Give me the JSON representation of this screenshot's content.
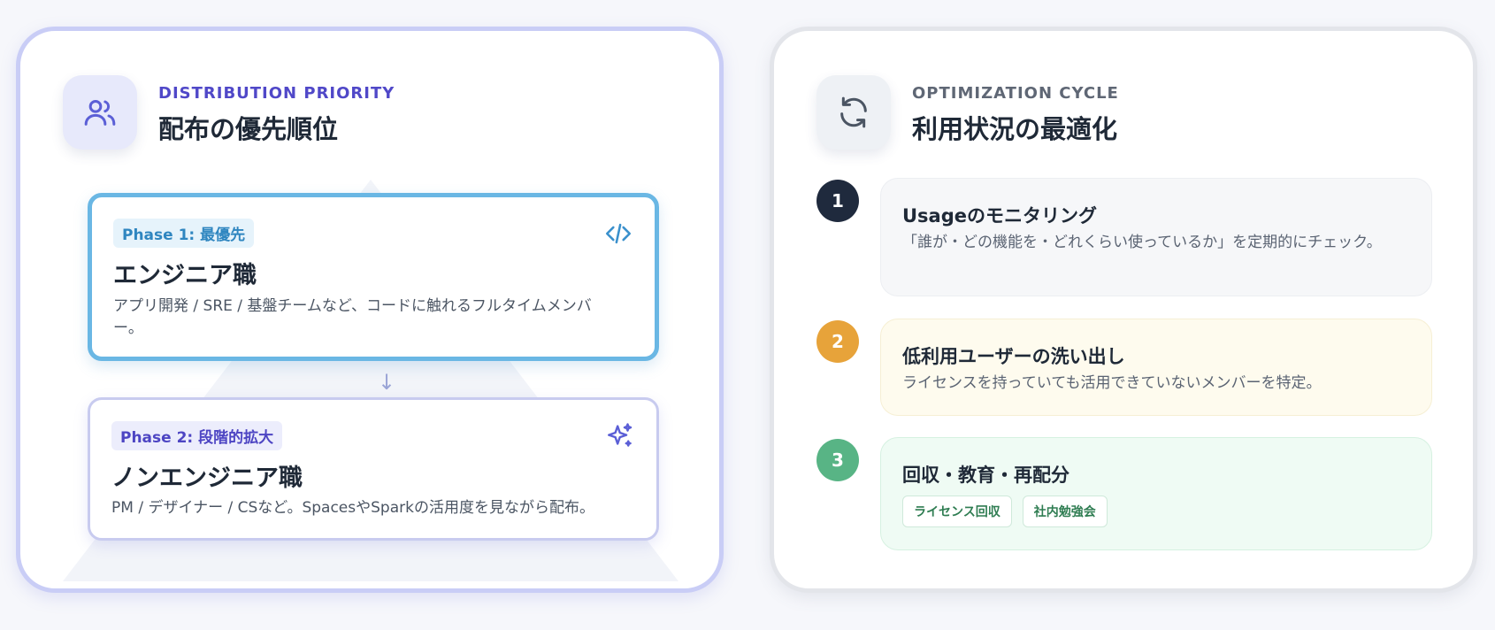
{
  "left_panel": {
    "eyebrow": "DISTRIBUTION PRIORITY",
    "title": "配布の優先順位",
    "icon": "users-icon",
    "phases": [
      {
        "badge": "Phase 1: 最優先",
        "title": "エンジニア職",
        "description": "アプリ開発 / SRE / 基盤チームなど、コードに触れるフルタイムメンバー。",
        "icon": "code-icon"
      },
      {
        "badge": "Phase 2: 段階的拡大",
        "title": "ノンエンジニア職",
        "description": "PM / デザイナー / CSなど。SpacesやSparkの活用度を見ながら配布。",
        "icon": "sparkles-icon"
      }
    ],
    "arrow": "↓"
  },
  "right_panel": {
    "eyebrow": "OPTIMIZATION CYCLE",
    "title": "利用状況の最適化",
    "icon": "refresh-icon",
    "steps": [
      {
        "number": "1",
        "title": "Usageのモニタリング",
        "description": "「誰が・どの機能を・どれくらい使っているか」を定期的にチェック。"
      },
      {
        "number": "2",
        "title": "低利用ユーザーの洗い出し",
        "description": "ライセンスを持っていても活用できていないメンバーを特定。"
      },
      {
        "number": "3",
        "title": "回収・教育・再配分",
        "tags": [
          "ライセンス回収",
          "社内勉強会"
        ]
      }
    ]
  },
  "colors": {
    "indigo_accent": "#5048c8",
    "phase1_border": "#6ab7e4",
    "step1": "#1f2a3d",
    "step2": "#e7a33a",
    "step3": "#58b485"
  }
}
